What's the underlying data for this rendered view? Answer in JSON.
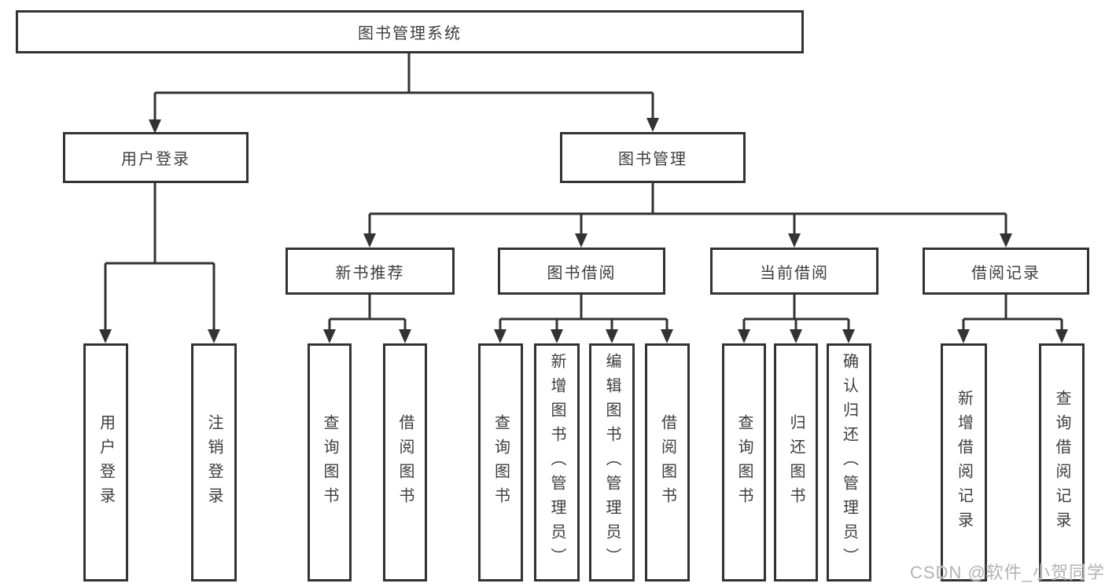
{
  "diagram": {
    "root": {
      "label": "图书管理系统"
    },
    "level1": [
      {
        "label": "用户登录"
      },
      {
        "label": "图书管理"
      }
    ],
    "level2": [
      {
        "label": "新书推荐"
      },
      {
        "label": "图书借阅"
      },
      {
        "label": "当前借阅"
      },
      {
        "label": "借阅记录"
      }
    ],
    "leaves": [
      {
        "label": "用户登录",
        "parent": "用户登录"
      },
      {
        "label": "注销登录",
        "parent": "用户登录"
      },
      {
        "label": "查询图书",
        "parent": "新书推荐"
      },
      {
        "label": "借阅图书",
        "parent": "新书推荐"
      },
      {
        "label": "查询图书",
        "parent": "图书借阅"
      },
      {
        "label": "新增图书（管理员）",
        "parent": "图书借阅"
      },
      {
        "label": "编辑图书（管理员）",
        "parent": "图书借阅"
      },
      {
        "label": "借阅图书",
        "parent": "图书借阅"
      },
      {
        "label": "查询图书",
        "parent": "当前借阅"
      },
      {
        "label": "归还图书",
        "parent": "当前借阅"
      },
      {
        "label": "确认归还（管理员）",
        "parent": "当前借阅"
      },
      {
        "label": "新增借阅记录",
        "parent": "借阅记录"
      },
      {
        "label": "查询借阅记录",
        "parent": "借阅记录"
      }
    ],
    "watermark": "CSDN @软件_小贺同学",
    "colors": {
      "line": "#333333",
      "text": "#3d3d3d",
      "background": "#ffffff",
      "watermark": "#b3b3b3"
    }
  }
}
